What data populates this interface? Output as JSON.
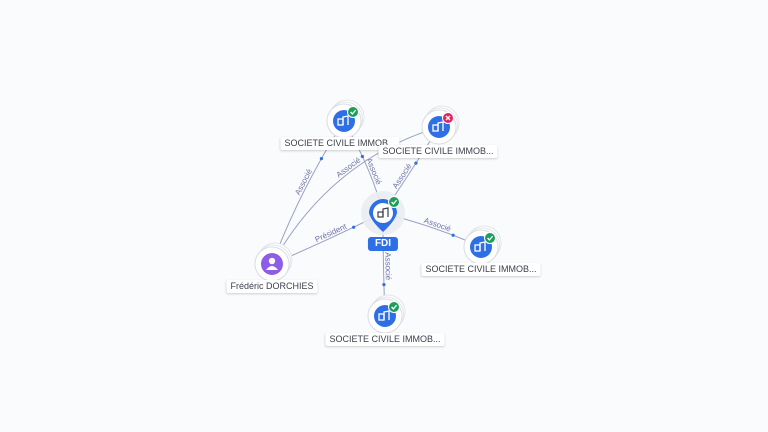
{
  "diagram": {
    "center": {
      "label": "FDI",
      "icon": "building-icon",
      "status": "active"
    },
    "nodes": [
      {
        "id": "sci1",
        "label": "SOCIETE CIVILE IMMOB...",
        "type": "company",
        "icon": "building-icon",
        "status": "active"
      },
      {
        "id": "sci2",
        "label": "SOCIETE CIVILE IMMOB...",
        "type": "company",
        "icon": "building-icon",
        "status": "closed"
      },
      {
        "id": "sci3",
        "label": "SOCIETE CIVILE IMMOB...",
        "type": "company",
        "icon": "building-icon",
        "status": "active"
      },
      {
        "id": "sci4",
        "label": "SOCIETE CIVILE IMMOB...",
        "type": "company",
        "icon": "building-icon",
        "status": "active"
      },
      {
        "id": "person",
        "label": "Frédéric DORCHIES",
        "type": "person",
        "icon": "person-icon"
      }
    ],
    "edges": [
      {
        "from": "center",
        "to": "sci1",
        "label": "Associé"
      },
      {
        "from": "center",
        "to": "sci2",
        "label": "Associé"
      },
      {
        "from": "center",
        "to": "sci3",
        "label": "Associé"
      },
      {
        "from": "center",
        "to": "sci4",
        "label": "Associé"
      },
      {
        "from": "person",
        "to": "center",
        "label": "Président"
      },
      {
        "from": "person",
        "to": "sci1",
        "label": "Associé"
      },
      {
        "from": "person",
        "to": "sci2",
        "label": "Associé"
      }
    ],
    "colors": {
      "company": "#2f6fe6",
      "person": "#8e5ce6",
      "active": "#1e9e5a",
      "closed": "#e0245e",
      "edge": "#9aa0c4",
      "edge_label": "#6e74a8"
    }
  }
}
